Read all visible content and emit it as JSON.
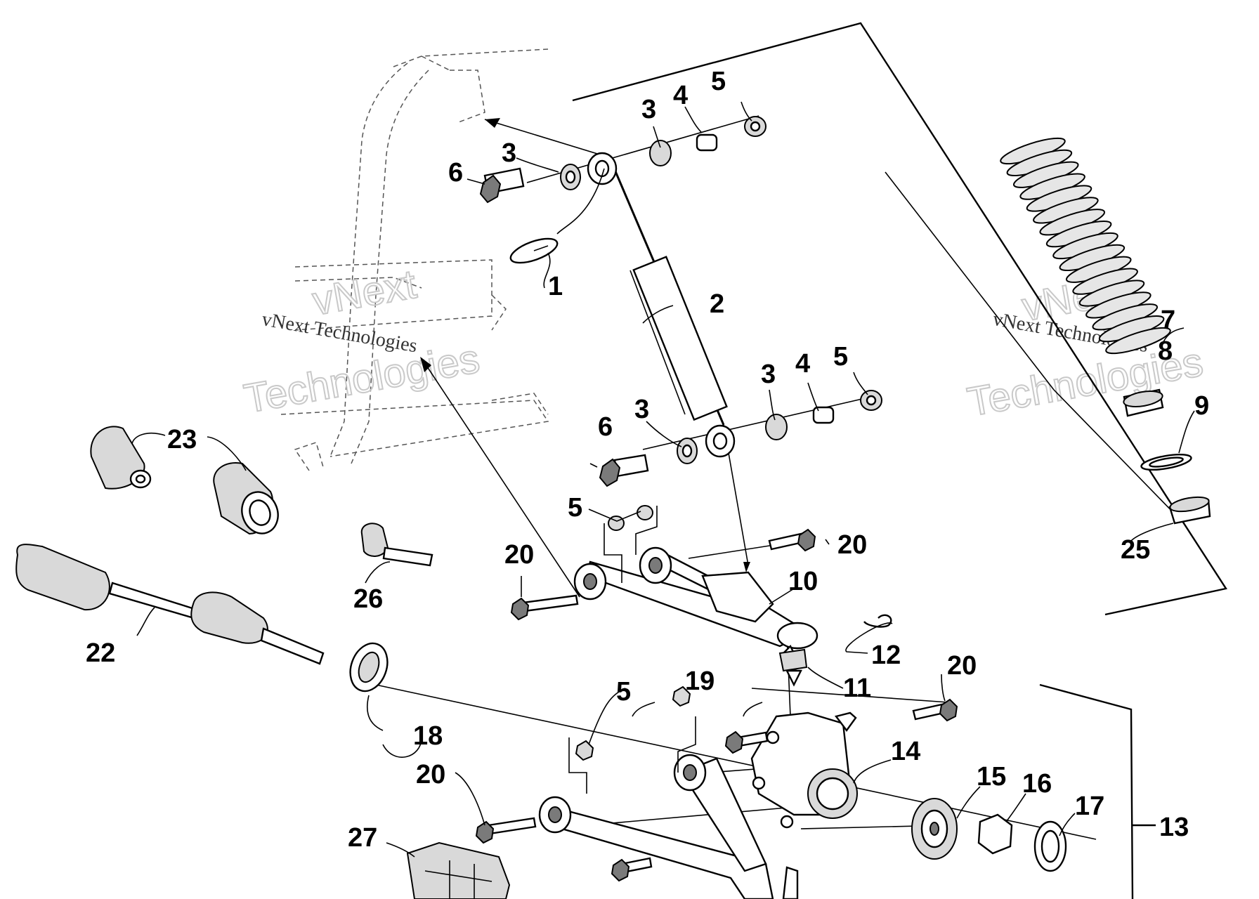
{
  "diagram": {
    "labels": [
      "1",
      "2",
      "3",
      "3",
      "3",
      "3",
      "4",
      "4",
      "5",
      "5",
      "5",
      "5",
      "6",
      "6",
      "7",
      "8",
      "9",
      "10",
      "11",
      "12",
      "13",
      "14",
      "15",
      "16",
      "17",
      "18",
      "19",
      "20",
      "20",
      "20",
      "20",
      "22",
      "23",
      "25",
      "26",
      "27"
    ],
    "watermark": {
      "big_line1": "vNext",
      "big_line2": "Technologies",
      "small": "vNext Technologies"
    }
  }
}
